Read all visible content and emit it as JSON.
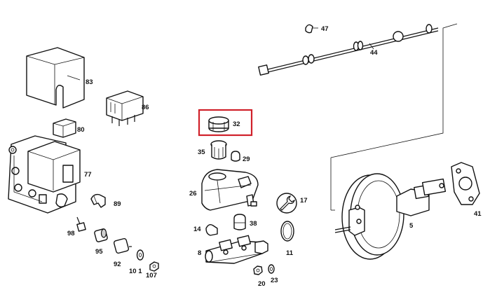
{
  "labels": {
    "p47": "47",
    "p44": "44",
    "p83": "83",
    "p86": "86",
    "p80": "80",
    "p77": "77",
    "p89": "89",
    "p98": "98",
    "p95": "95",
    "p92": "92",
    "p101": "10 1",
    "p107": "107",
    "p32": "32",
    "p35": "35",
    "p29": "29",
    "p26": "26",
    "p17": "17",
    "p38": "38",
    "p14": "14",
    "p8": "8",
    "p11": "11",
    "p20": "20",
    "p23": "23",
    "p5": "5",
    "p41": "41"
  },
  "highlight": {
    "part": "32",
    "color": "#d0212a"
  }
}
